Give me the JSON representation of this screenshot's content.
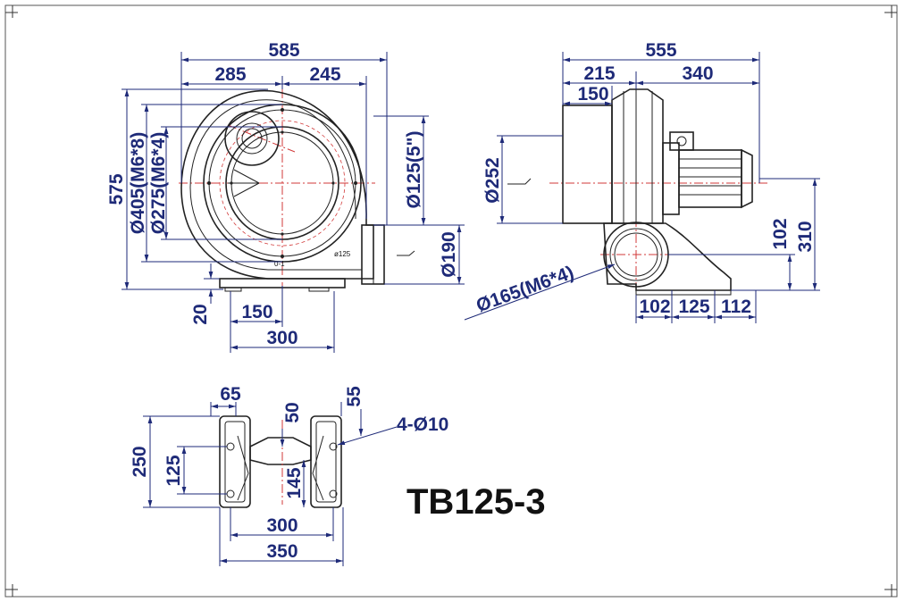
{
  "model": "TB125-3",
  "colors": {
    "dimension": "#1e2a78",
    "outline": "#222222",
    "centerline": "#d23a3a"
  },
  "front_view": {
    "total_width": "585",
    "left_width": "285",
    "right_width": "245",
    "total_height": "575",
    "bolt_circle_outer": "Ø405(M6*8)",
    "bolt_circle_inner": "Ø275(M6*4)",
    "outlet_dia": "Ø125(5\")",
    "outlet_flange": "Ø190",
    "base_height": "20",
    "base_offset": "150",
    "base_width": "300",
    "outlet_label": "ø125",
    "inlet_label": "0-1"
  },
  "side_view": {
    "total_width": "555",
    "left_width": "215",
    "right_width": "340",
    "inlet_length": "150",
    "inlet_dia": "Ø252",
    "outlet_flange": "Ø165(M6*4)",
    "outlet_height": "102",
    "total_height": "310",
    "base_a": "102",
    "base_b": "125",
    "base_c": "112"
  },
  "base_view": {
    "foot_width": "65",
    "slot_width": "55",
    "center_gap": "50",
    "total_depth": "250",
    "hole_spacing": "125",
    "inner_depth": "145",
    "hole_pitch": "300",
    "total_width": "350",
    "holes": "4-Ø10"
  }
}
